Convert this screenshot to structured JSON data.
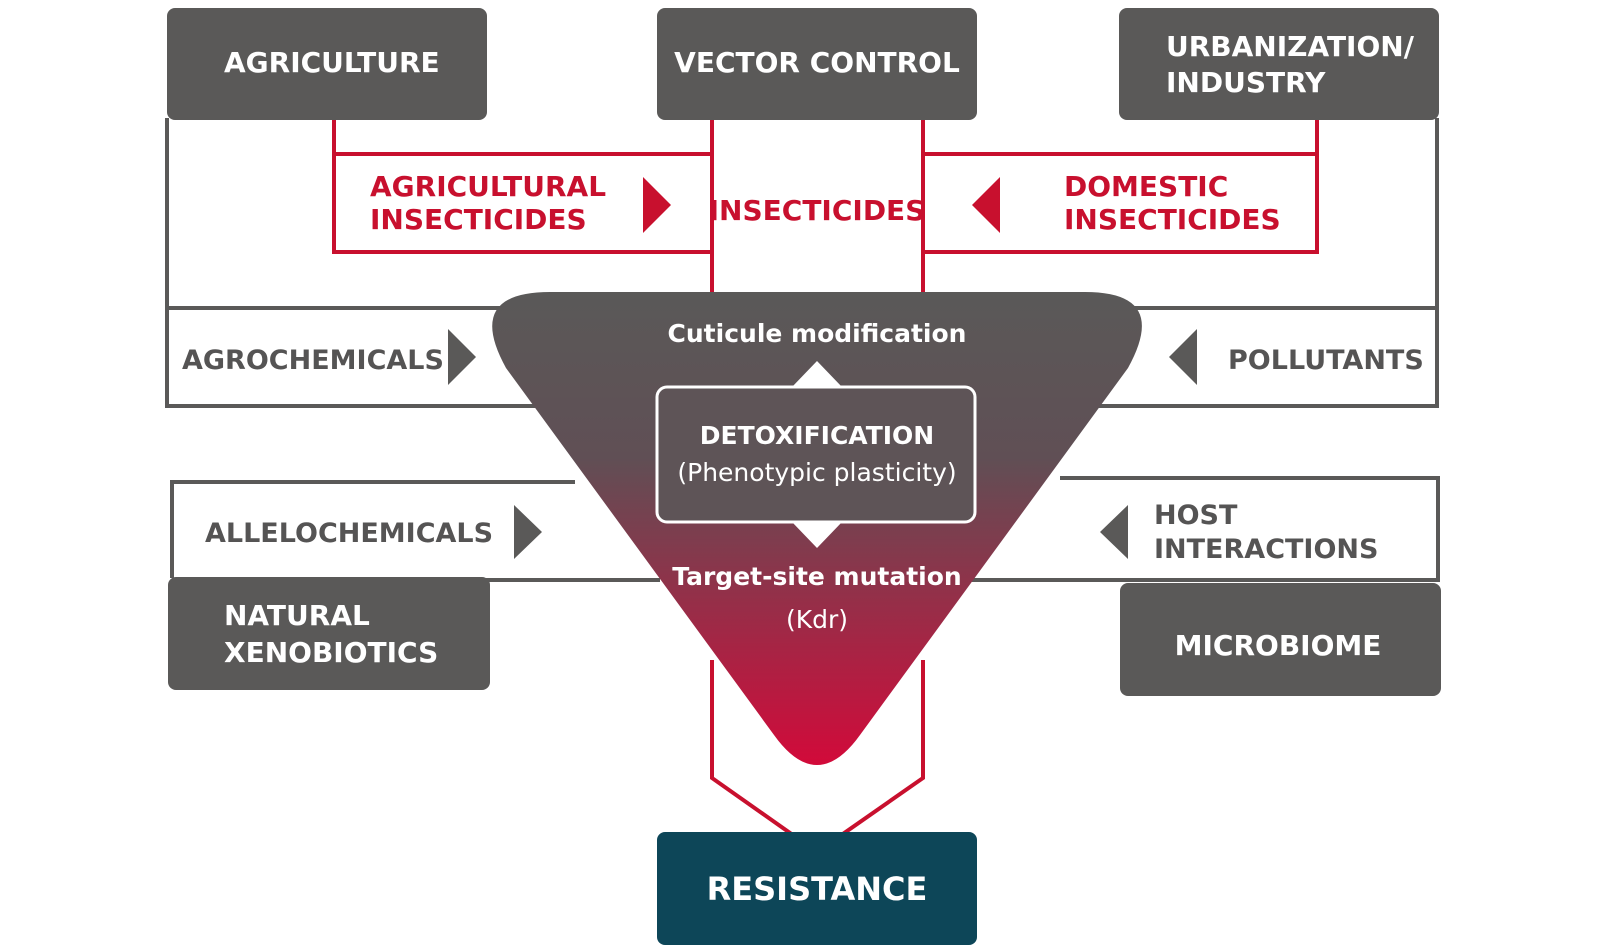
{
  "sources": {
    "agriculture": "AGRICULTURE",
    "vector_control": "VECTOR CONTROL",
    "urbanization": [
      "URBANIZATION/",
      "INDUSTRY"
    ],
    "natural_xenobiotics": [
      "NATURAL",
      "XENOBIOTICS"
    ],
    "microbiome": "MICROBIOME"
  },
  "insecticides": {
    "agricultural": [
      "AGRICULTURAL",
      "INSECTICIDES"
    ],
    "center": "INSECTICIDES",
    "domestic": [
      "DOMESTIC",
      "INSECTICIDES"
    ]
  },
  "inputs": {
    "agrochemicals": "AGROCHEMICALS",
    "pollutants": "POLLUTANTS",
    "allelochemicals": "ALLELOCHEMICALS",
    "host_interactions": [
      "HOST",
      "INTERACTIONS"
    ]
  },
  "mechanisms": {
    "cuticle": "Cuticule modification",
    "detox_title": "DETOXIFICATION",
    "detox_sub": "(Phenotypic plasticity)",
    "target_site": "Target-site mutation",
    "kdr": "(Kdr)"
  },
  "outcome": "RESISTANCE",
  "colors": {
    "dark_box": "#5a5958",
    "accent_red": "#c8102e",
    "outline_grey": "#5a5958",
    "resistance_box": "#0d4658",
    "triangle_top": "#5a5958",
    "triangle_bottom": "#d20a3a"
  }
}
